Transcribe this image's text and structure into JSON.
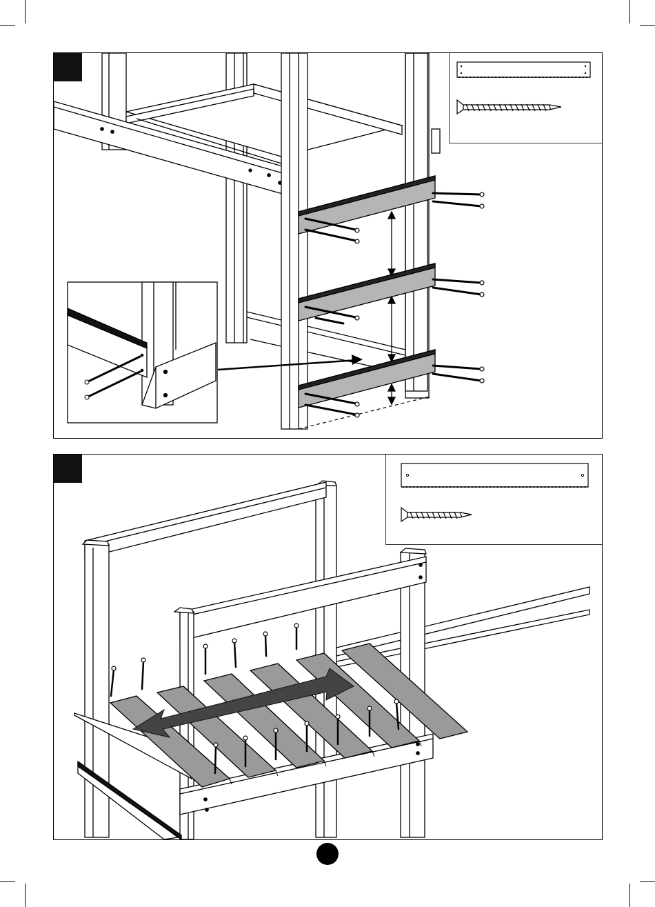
{
  "document": {
    "type": "assembly-instructions",
    "steps": [
      {
        "id": "step-top",
        "badge_color": "#111111",
        "parts": [
          "plank-icon",
          "long-screw-icon"
        ],
        "illustration": "ladder-rungs-attached-to-posts",
        "detail_inset": "rung-end-screw-detail",
        "rung_color": "#b5b5b5",
        "rung_count": 3,
        "screw_count": 12
      },
      {
        "id": "step-bottom",
        "badge_color": "#111111",
        "parts": [
          "plank-icon",
          "short-screw-icon"
        ],
        "illustration": "deck-boards-screwed-onto-frame",
        "board_color": "#9a9a9a",
        "board_count": 6,
        "arrow": "double-headed-direction-arrow"
      }
    ],
    "page_marker_color": "#000000"
  }
}
